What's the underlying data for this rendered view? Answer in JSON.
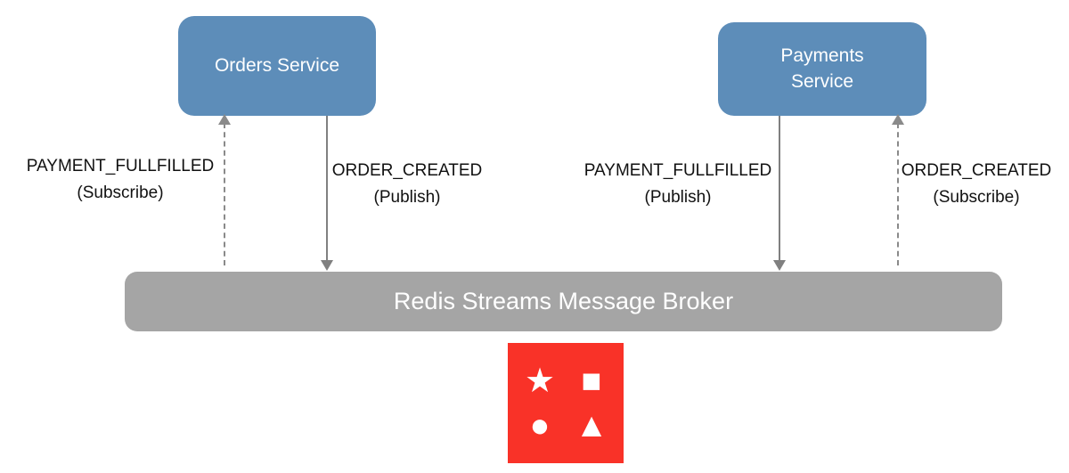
{
  "diagram": {
    "services": [
      {
        "label": "Orders Service"
      },
      {
        "label": "Payments Service"
      }
    ],
    "broker": {
      "label": "Redis Streams Message Broker"
    },
    "flows": [
      {
        "event": "PAYMENT_FULLFILLED",
        "mode": "(Subscribe)",
        "direction": "up",
        "style": "dashed"
      },
      {
        "event": "ORDER_CREATED",
        "mode": "(Publish)",
        "direction": "down",
        "style": "solid"
      },
      {
        "event": "PAYMENT_FULLFILLED",
        "mode": "(Publish)",
        "direction": "down",
        "style": "solid"
      },
      {
        "event": "ORDER_CREATED",
        "mode": "(Subscribe)",
        "direction": "up",
        "style": "dashed"
      }
    ],
    "logo": {
      "shapes": [
        {
          "name": "star",
          "glyph": "★"
        },
        {
          "name": "square",
          "glyph": "■"
        },
        {
          "name": "circle",
          "glyph": "●"
        },
        {
          "name": "triangle",
          "glyph": "▲"
        }
      ]
    },
    "colors": {
      "service_fill": "#5d8db9",
      "broker_fill": "#a5a5a5",
      "logo_fill": "#f93228",
      "arrow": "#808080",
      "label_text": "#111111",
      "fill_text": "#ffffff"
    }
  }
}
